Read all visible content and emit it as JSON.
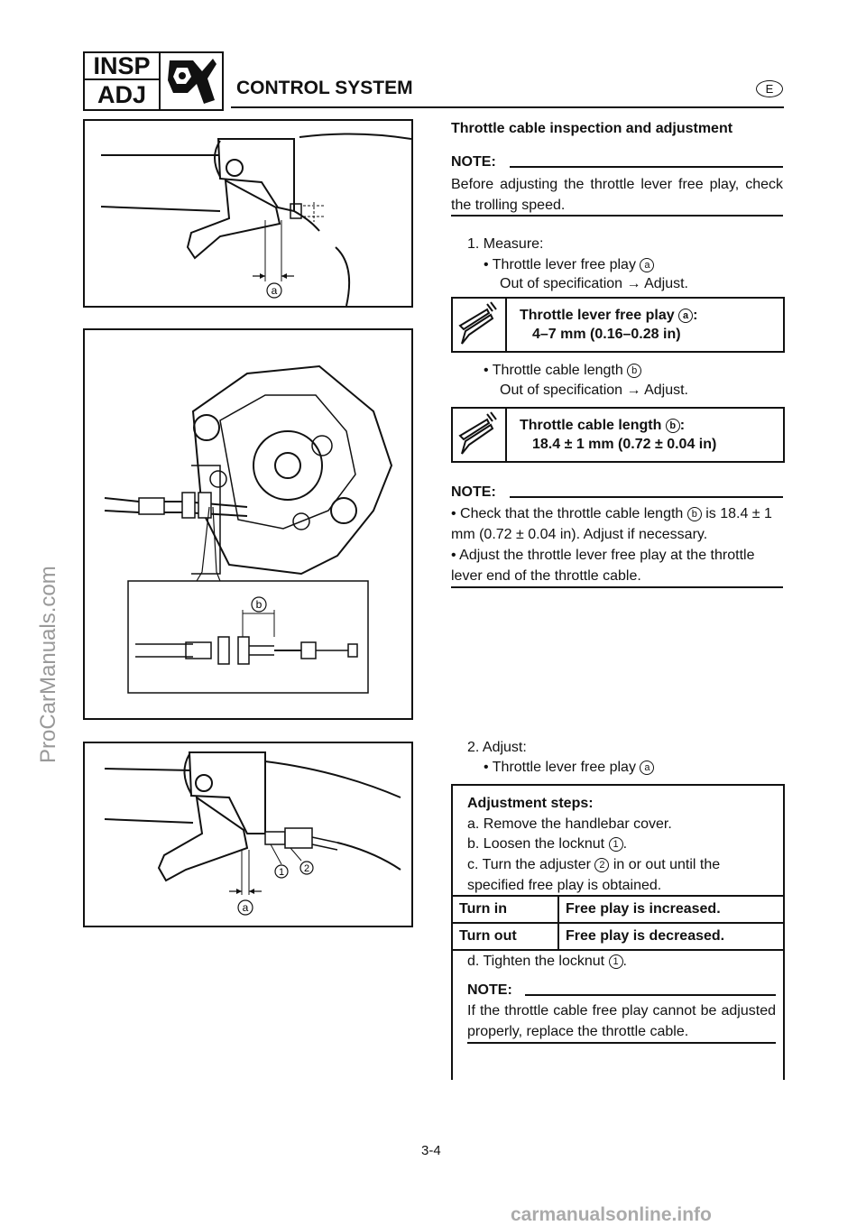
{
  "header": {
    "section_code_top": "INSP",
    "section_code_bottom": "ADJ",
    "title": "CONTROL SYSTEM",
    "language_mark": "E"
  },
  "watermarks": {
    "side": "ProCarManuals.com",
    "bottom": "carmanualsonline.info"
  },
  "page_number": "3-4",
  "figures": {
    "fig1_label_a": "a",
    "fig2_label_b": "b",
    "fig3_label_a": "a",
    "fig3_label_1": "1",
    "fig3_label_2": "2"
  },
  "content": {
    "heading": "Throttle cable inspection and adjustment",
    "note1_label": "NOTE:",
    "note1_text": "Before adjusting the throttle lever free play, check the trolling speed.",
    "step1": "1. Measure:",
    "bullet1_pre": "Throttle lever free play ",
    "bullet1_ref": "a",
    "out_of_spec_1": "Out of specification → Adjust.",
    "spec1_title_pre": "Throttle lever free play ",
    "spec1_ref": "a",
    "spec1_title_post": ":",
    "spec1_value": "4–7 mm (0.16–0.28 in)",
    "bullet2_pre": "Throttle cable length ",
    "bullet2_ref": "b",
    "out_of_spec_2": "Out of specification → Adjust.",
    "spec2_title_pre": "Throttle cable length ",
    "spec2_ref": "b",
    "spec2_title_post": ":",
    "spec2_value": "18.4 ± 1 mm (0.72 ± 0.04 in)",
    "note2_label": "NOTE:",
    "note2_item1_a": "Check that the throttle cable length ",
    "note2_item1_ref": "b",
    "note2_item1_b": " is 18.4 ± 1 mm (0.72 ± 0.04 in). Adjust if necessary.",
    "note2_item2": "Adjust the throttle lever free play at the throttle lever end of the throttle cable.",
    "step2": "2. Adjust:",
    "bullet3_pre": "Throttle lever free play ",
    "bullet3_ref": "a",
    "steps_title": "Adjustment steps:",
    "step_a": "a. Remove the handlebar cover.",
    "step_b_pre": "b. Loosen the locknut ",
    "step_b_ref": "1",
    "step_b_post": ".",
    "step_c_pre": "c. Turn the adjuster ",
    "step_c_ref": "2",
    "step_c_post": " in or out until the specified free play is obtained.",
    "table": [
      {
        "action": "Turn in",
        "result": "Free play is increased."
      },
      {
        "action": "Turn out",
        "result": "Free play is decreased."
      }
    ],
    "step_d_pre": "d. Tighten the locknut ",
    "step_d_ref": "1",
    "step_d_post": ".",
    "note3_label": "NOTE:",
    "note3_text": "If the throttle cable free play cannot be adjusted properly, replace the throttle cable."
  }
}
